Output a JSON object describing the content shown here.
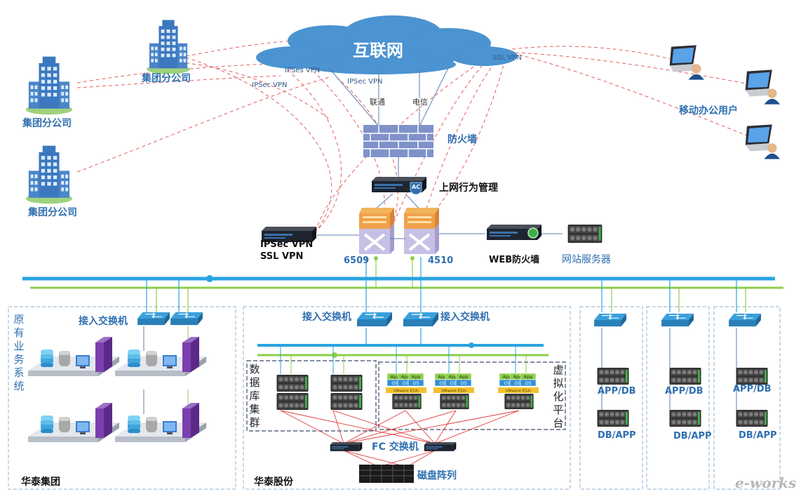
{
  "cloud": {
    "label": "互联网"
  },
  "branches": {
    "top": "集团分公司",
    "mid": "集团分公司",
    "low": "集团分公司"
  },
  "vpn": {
    "ipses": "IPSes VPN",
    "ipsec_left": "IPSec VPN",
    "ipsec_mid": "IPSec VPN",
    "ssl": "SSL VPN"
  },
  "isp": {
    "unicom": "联通",
    "telecom": "电信"
  },
  "mobile": {
    "label": "移动办公用户"
  },
  "firewall": {
    "label": "防火墙"
  },
  "behavior": {
    "label": "上网行为管理",
    "badge": "AC"
  },
  "vpn_gateway": {
    "line1": "IPSec VPN",
    "line2": "SSL VPN"
  },
  "core": {
    "left": "6509",
    "right": "4510"
  },
  "web_fw": {
    "label": "WEB防火墙"
  },
  "web_server": {
    "label": "网站服务器"
  },
  "access": {
    "left": "接入交换机",
    "mid_left": "接入交换机",
    "mid_right": "接入交换机"
  },
  "legacy": {
    "title_chars": [
      "原",
      "有",
      "业",
      "务",
      "系",
      "统"
    ],
    "group": "华泰集团"
  },
  "middle": {
    "db_chars": [
      "数",
      "据",
      "库",
      "集",
      "群"
    ],
    "virt_chars": [
      "虚",
      "拟",
      "化",
      "平",
      "台"
    ],
    "fc": "FC 交换机",
    "storage": "磁盘阵列",
    "group": "华泰股份",
    "vm": {
      "app": "App",
      "os": "OS",
      "hyper": "VMware ESXi"
    }
  },
  "right_servers": {
    "g1": {
      "top": "APP/DB",
      "bottom": "DB/APP"
    },
    "g2": {
      "top": "APP/DB",
      "bottom": "DB/APP"
    },
    "g3": {
      "top": "APP/DB",
      "bottom": "DB/APP"
    }
  },
  "watermark": {
    "text": "e-works"
  },
  "colors": {
    "bus_blue": "#29a3e0",
    "bus_green": "#8fce4a",
    "vpn_dash": "#e06060",
    "fc_red": "#e23a3a",
    "label_blue": "#2f6fb0"
  }
}
